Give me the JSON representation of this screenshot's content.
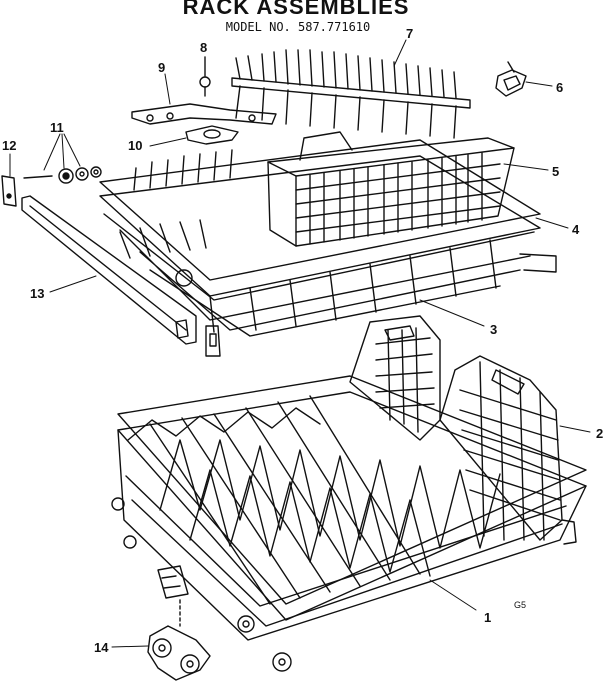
{
  "header": {
    "title": "RACK ASSEMBLIES",
    "model": "MODEL NO. 587.771610"
  },
  "callouts": [
    "1",
    "2",
    "3",
    "4",
    "5",
    "6",
    "7",
    "8",
    "9",
    "10",
    "11",
    "12",
    "13",
    "14"
  ],
  "corner_code": "G5"
}
